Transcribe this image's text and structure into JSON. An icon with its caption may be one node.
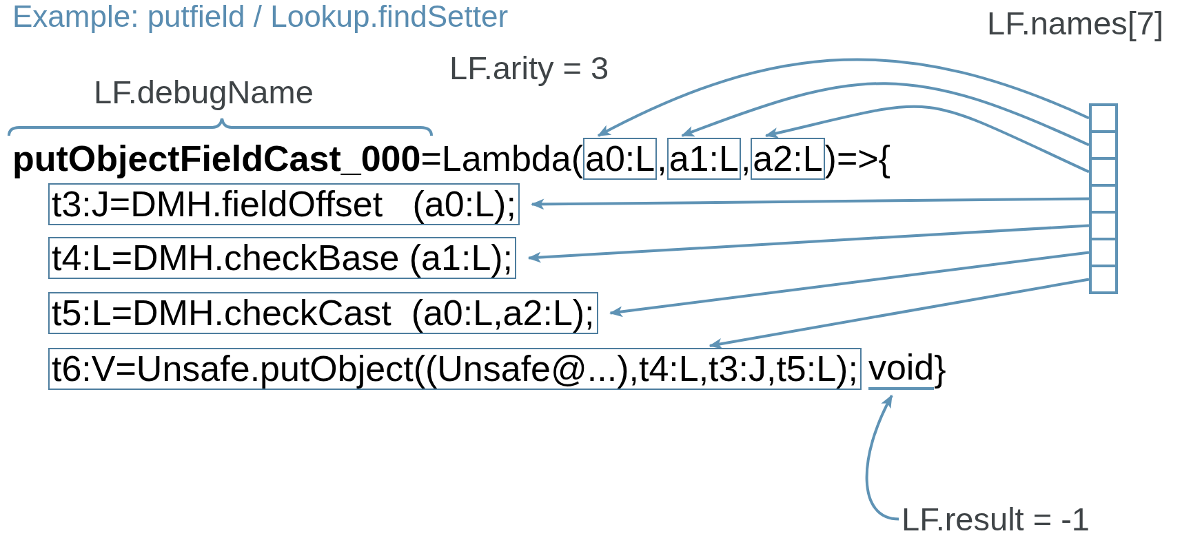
{
  "diagram": {
    "title": "Example: putfield / Lookup.findSetter",
    "nodes": [
      {
        "text": [
          "a0:L"
        ]
      },
      {
        "text": [
          "a1:L"
        ]
      },
      {
        "text": [
          "a2:L"
        ]
      },
      {
        "text": [
          "t3:J=DMH.fieldOffset   (a0:L);"
        ]
      },
      {
        "text": [
          "t4:L=DMH.checkBase (a1:L);"
        ]
      },
      {
        "text": [
          "t5:L=DMH.checkCast  (a0:L,a2:L);"
        ]
      },
      {
        "text": [
          "t6:V=Unsafe.putObject((Unsafe@...),t4:L,t3:J,t5:L);"
        ]
      },
      {
        "text": [
          "void"
        ]
      },
      {
        "text": [],
        "shape": "box"
      },
      {
        "text": [],
        "shape": "box"
      },
      {
        "text": [],
        "shape": "box"
      },
      {
        "text": [],
        "shape": "box"
      },
      {
        "text": [],
        "shape": "box"
      },
      {
        "text": [],
        "shape": "box"
      },
      {
        "text": [],
        "shape": "box"
      },
      {
        "text": [
          "LF.result = -1"
        ]
      }
    ],
    "edges": [
      {
        "from": 8,
        "to": 0,
        "arrow": "to"
      },
      {
        "from": 9,
        "to": 1,
        "arrow": "to"
      },
      {
        "from": 10,
        "to": 2,
        "arrow": "to"
      },
      {
        "from": 11,
        "to": 3,
        "arrow": "to"
      },
      {
        "from": 12,
        "to": 4,
        "arrow": "to"
      },
      {
        "from": 13,
        "to": 5,
        "arrow": "to"
      },
      {
        "from": 14,
        "to": 6,
        "arrow": "to"
      },
      {
        "from": 15,
        "to": 7,
        "arrow": "to"
      }
    ],
    "labels": [
      "LF.names[7]",
      "LF.arity = 3",
      "LF.debugName",
      "**putObjectFieldCast_000**=Lambda(",
      ",",
      ",",
      ")=>{",
      "}"
    ]
  }
}
